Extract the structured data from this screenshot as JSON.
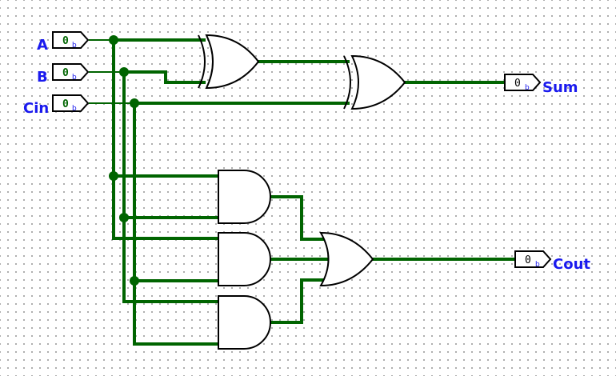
{
  "colors": {
    "wire": "#006400",
    "label": "#1a1aee",
    "gate_outline": "#000000",
    "input_value": "#006400",
    "output_value": "#000000"
  },
  "inputs": [
    {
      "name": "A",
      "value": "0",
      "base": "b"
    },
    {
      "name": "B",
      "value": "0",
      "base": "b"
    },
    {
      "name": "Cin",
      "value": "0",
      "base": "b"
    }
  ],
  "outputs": [
    {
      "name": "Sum",
      "value": "0",
      "base": "b"
    },
    {
      "name": "Cout",
      "value": "0",
      "base": "b"
    }
  ],
  "gates": [
    {
      "id": "xor1",
      "type": "XOR"
    },
    {
      "id": "xor2",
      "type": "XOR"
    },
    {
      "id": "and1",
      "type": "AND"
    },
    {
      "id": "and2",
      "type": "AND"
    },
    {
      "id": "and3",
      "type": "AND"
    },
    {
      "id": "or1",
      "type": "OR"
    }
  ]
}
